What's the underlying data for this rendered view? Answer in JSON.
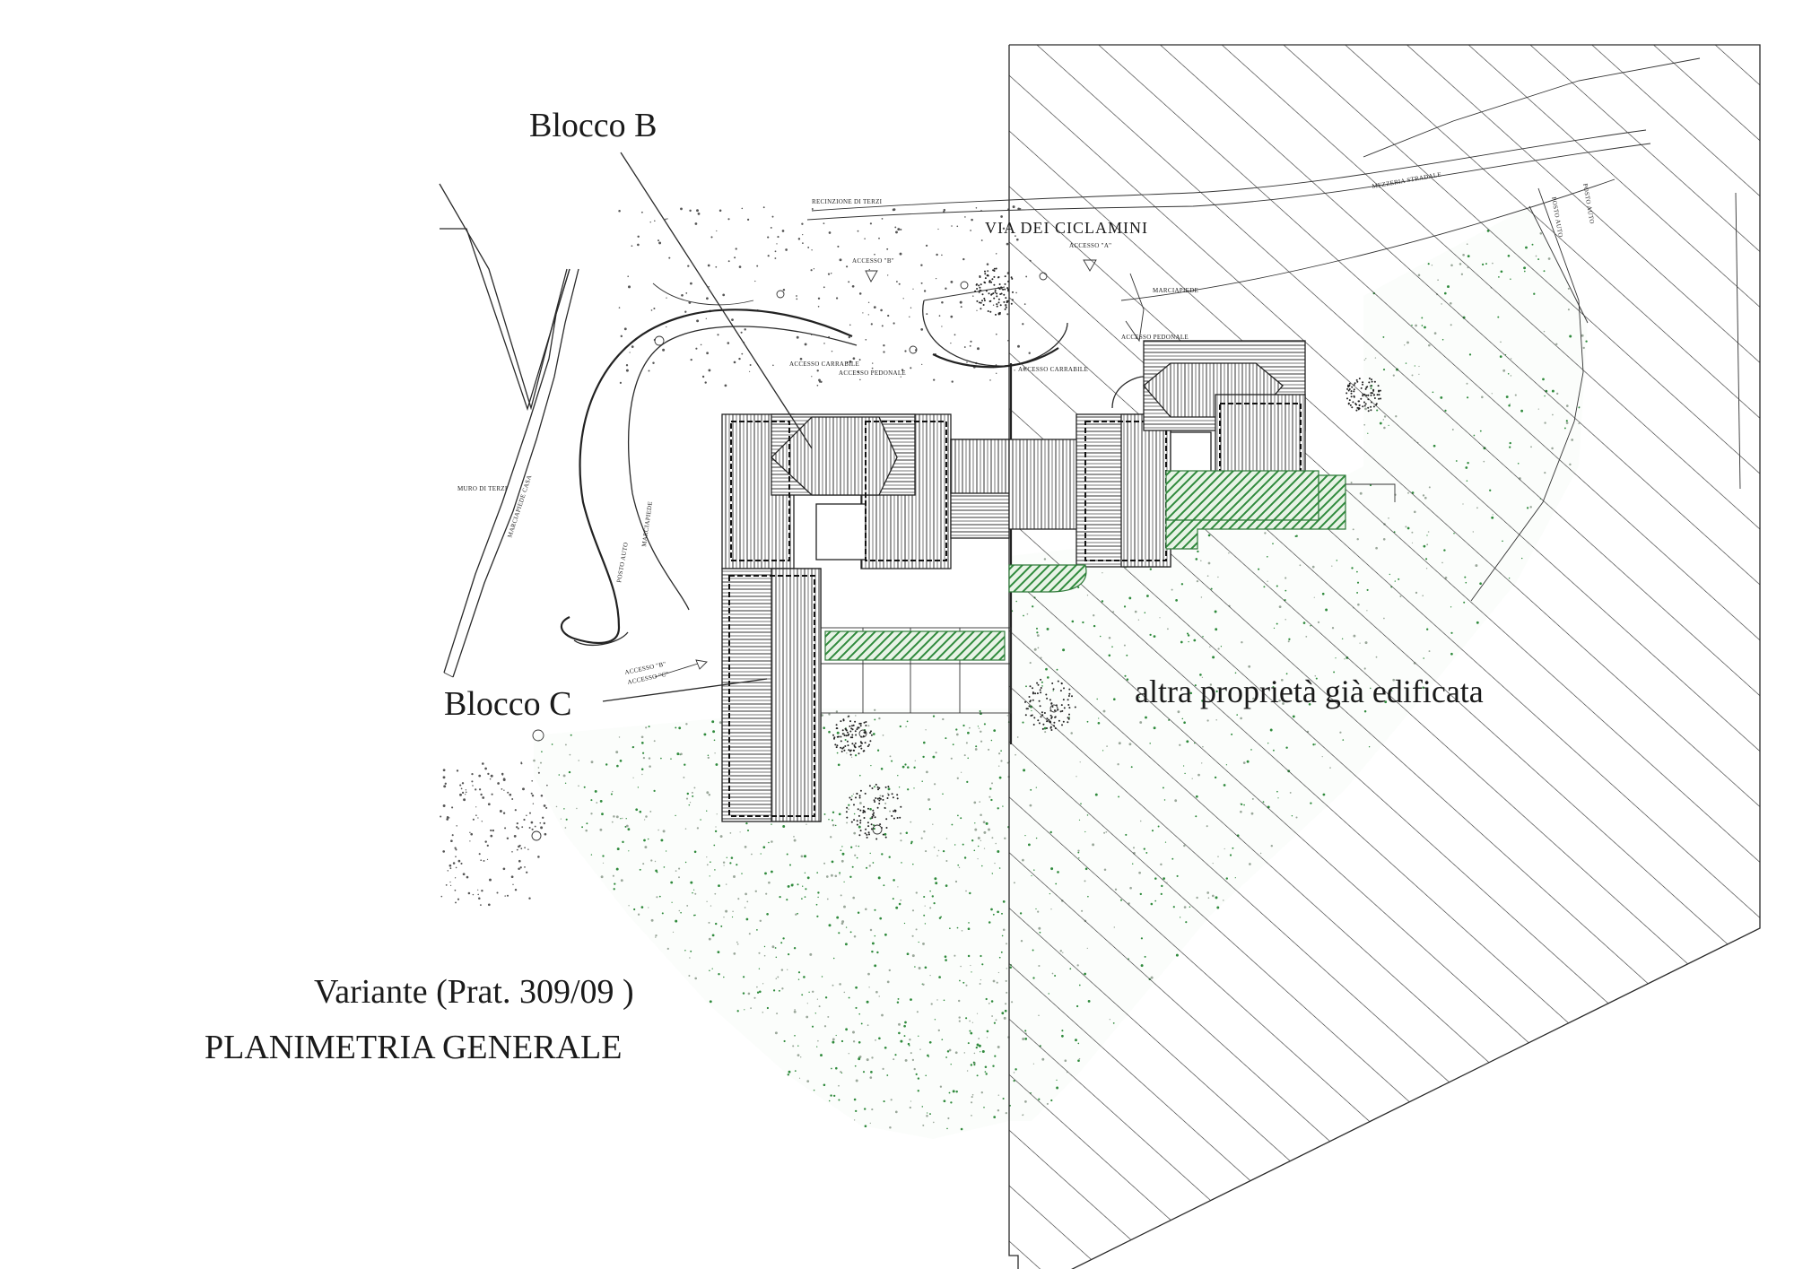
{
  "labels": {
    "blocco_b": "Blocco B",
    "blocco_c": "Blocco C",
    "altra_proprieta": "altra proprietà già edificata",
    "variante": "Variante (Prat. 309/09 )",
    "planimetria": "PLANIMETRIA GENERALE",
    "via_dei_ciclamini": "VIA DEI CICLAMINI"
  },
  "small_labels": {
    "recinzione_di_terzi": "RECINZIONE DI TERZI",
    "muro_di_terzi": "MURO DI TERZI",
    "marciapiede_casa": "MARCIAPIEDE CASA",
    "marciapiede_left": "MARCIAPIEDE",
    "posto_auto_left": "POSTO AUTO",
    "accesso_b_top": "ACCESSO \"B\"",
    "accesso_a": "ACCESSO \"A\"",
    "accesso_carrabile_left": "ACCESSO CARRABILE",
    "accesso_pedonale_left": "ACCESSO PEDONALE",
    "accesso_carrabile_right": "ACCESSO CARRABILE",
    "accesso_pedonale_right": "ACCESSO PEDONALE",
    "marciapiede_top": "MARCIAPIEDE",
    "mezzeria_stradale": "MEZZERIA STRADALE",
    "posto_auto_right_1": "POSTO AUTO",
    "posto_auto_right_2": "POSTO AUTO",
    "accesso_b_bottom": "ACCESSO \"B\"",
    "accesso_c_bottom": "ACCESSO \"C\""
  },
  "colors": {
    "ink": "#1a1a1a",
    "vegetation_green": "#2f8a3c",
    "hatch": "#2a2a2a",
    "background": "#ffffff"
  }
}
